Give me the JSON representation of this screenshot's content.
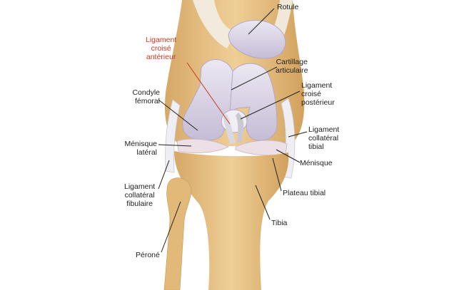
{
  "colors": {
    "bone": "#e9c58b",
    "bone_dark": "#c99a55",
    "cartilage": "#ddd6e8",
    "cartilage_shade": "#b9afc9",
    "ligament": "#eeeef3",
    "leader": "#222222",
    "highlight": "#c8391f",
    "label": "#222222"
  },
  "labels": {
    "rotule": [
      "Rotule"
    ],
    "lca": [
      "Ligament",
      "croisé",
      "antérieur"
    ],
    "cartilage": [
      "Cartillage",
      "articulaire"
    ],
    "condyle": [
      "Condyle",
      "fémoral"
    ],
    "lcp": [
      "Ligament",
      "croisé",
      "postérieur"
    ],
    "menisque_lateral": [
      "Ménisque",
      "latéral"
    ],
    "lct": [
      "Ligament",
      "collatéral",
      "tibial"
    ],
    "menisque": [
      "Ménisque"
    ],
    "lcf": [
      "Ligament",
      "collatéral",
      "fibulaire"
    ],
    "plateau": [
      "Plateau tibial"
    ],
    "tibia": [
      "Tibia"
    ],
    "perone": [
      "Péroné"
    ]
  }
}
